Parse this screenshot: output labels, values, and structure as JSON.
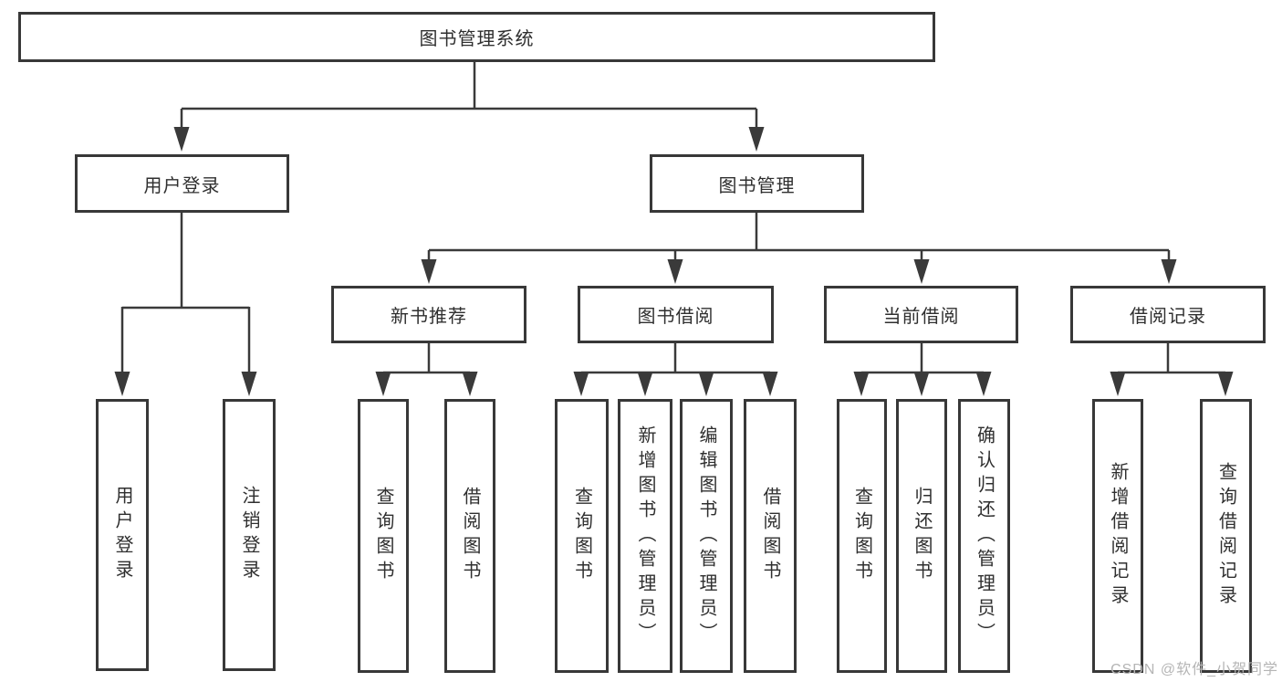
{
  "tree": {
    "root": {
      "label": "图书管理系统"
    },
    "children": [
      {
        "label": "用户登录",
        "children": [
          {
            "label": "用户登录"
          },
          {
            "label": "注销登录"
          }
        ]
      },
      {
        "label": "图书管理",
        "children": [
          {
            "label": "新书推荐",
            "children": [
              {
                "label": "查询图书"
              },
              {
                "label": "借阅图书"
              }
            ]
          },
          {
            "label": "图书借阅",
            "children": [
              {
                "label": "查询图书"
              },
              {
                "label": "新增图书（管理员）"
              },
              {
                "label": "编辑图书（管理员）"
              },
              {
                "label": "借阅图书"
              }
            ]
          },
          {
            "label": "当前借阅",
            "children": [
              {
                "label": "查询图书"
              },
              {
                "label": "归还图书"
              },
              {
                "label": "确认归还（管理员）"
              }
            ]
          },
          {
            "label": "借阅记录",
            "children": [
              {
                "label": "新增借阅记录"
              },
              {
                "label": "查询借阅记录"
              }
            ]
          }
        ]
      }
    ]
  },
  "watermark": "CSDN @软件_小贺同学",
  "colors": {
    "line": "#3a3a3a",
    "box_border": "#383838",
    "text": "#2f2f2f",
    "watermark": "#b5b5b5",
    "background": "#ffffff"
  }
}
